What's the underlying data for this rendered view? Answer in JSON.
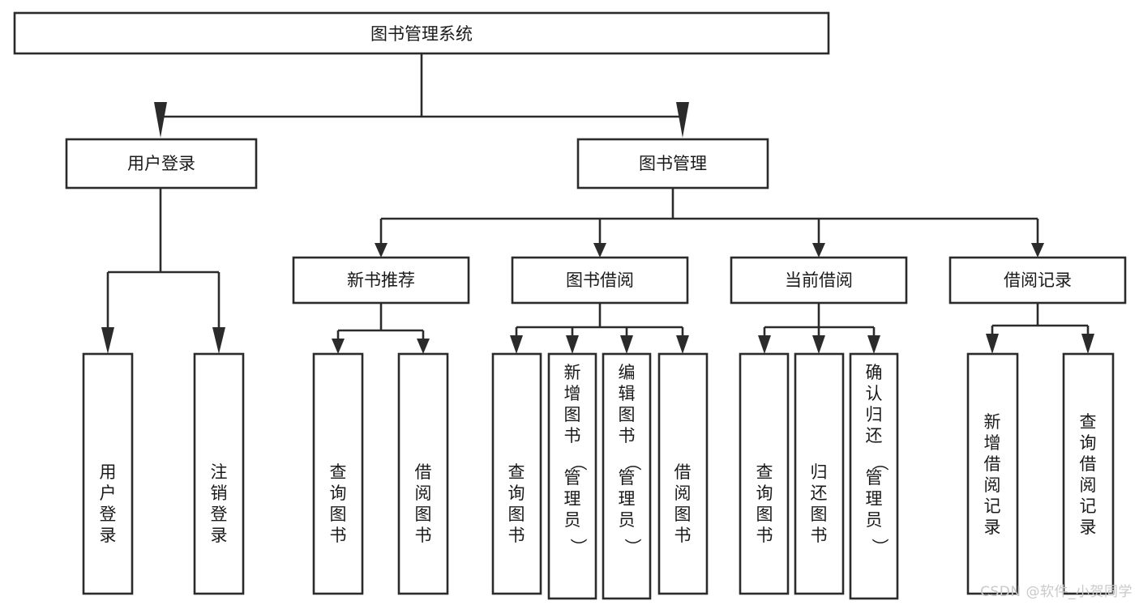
{
  "diagram": {
    "title": "图书管理系统",
    "type": "tree",
    "orientation": "top-down",
    "colors": {
      "box_stroke": "#2b2b2b",
      "box_fill": "#ffffff",
      "text": "#1a1a1a",
      "connector": "#2b2b2b",
      "watermark": "#c9c9c9",
      "background": "#ffffff"
    },
    "root": {
      "id": "root",
      "label": "图书管理系统",
      "orientation": "horizontal"
    },
    "level2": [
      {
        "id": "user-login",
        "label": "用户登录",
        "orientation": "horizontal"
      },
      {
        "id": "book-manage",
        "label": "图书管理",
        "orientation": "horizontal"
      }
    ],
    "level3": [
      {
        "id": "new-book-recommend",
        "label": "新书推荐",
        "parent": "book-manage",
        "orientation": "horizontal"
      },
      {
        "id": "book-borrow",
        "label": "图书借阅",
        "parent": "book-manage",
        "orientation": "horizontal"
      },
      {
        "id": "current-borrow",
        "label": "当前借阅",
        "parent": "book-manage",
        "orientation": "horizontal"
      },
      {
        "id": "borrow-record",
        "label": "借阅记录",
        "parent": "book-manage",
        "orientation": "horizontal"
      }
    ],
    "leaves": [
      {
        "id": "leaf-user-login",
        "label": "用户登录",
        "parent": "user-login",
        "orientation": "vertical"
      },
      {
        "id": "leaf-logout",
        "label": "注销登录",
        "parent": "user-login",
        "orientation": "vertical"
      },
      {
        "id": "leaf-query-book-1",
        "label": "查询图书",
        "parent": "new-book-recommend",
        "orientation": "vertical"
      },
      {
        "id": "leaf-borrow-book-1",
        "label": "借阅图书",
        "parent": "new-book-recommend",
        "orientation": "vertical"
      },
      {
        "id": "leaf-query-book-2",
        "label": "查询图书",
        "parent": "book-borrow",
        "orientation": "vertical"
      },
      {
        "id": "leaf-add-book",
        "label": "新增图书（管理员）",
        "parent": "book-borrow",
        "orientation": "vertical"
      },
      {
        "id": "leaf-edit-book",
        "label": "编辑图书（管理员）",
        "parent": "book-borrow",
        "orientation": "vertical"
      },
      {
        "id": "leaf-borrow-book-2",
        "label": "借阅图书",
        "parent": "book-borrow",
        "orientation": "vertical"
      },
      {
        "id": "leaf-query-book-3",
        "label": "查询图书",
        "parent": "current-borrow",
        "orientation": "vertical"
      },
      {
        "id": "leaf-return-book",
        "label": "归还图书",
        "parent": "current-borrow",
        "orientation": "vertical"
      },
      {
        "id": "leaf-confirm-return",
        "label": "确认归还（管理员）",
        "parent": "current-borrow",
        "orientation": "vertical"
      },
      {
        "id": "leaf-add-record",
        "label": "新增借阅记录",
        "parent": "borrow-record",
        "orientation": "vertical"
      },
      {
        "id": "leaf-query-record",
        "label": "查询借阅记录",
        "parent": "borrow-record",
        "orientation": "vertical"
      }
    ]
  },
  "watermark": {
    "text": "CSDN @软件_小贺同学"
  }
}
